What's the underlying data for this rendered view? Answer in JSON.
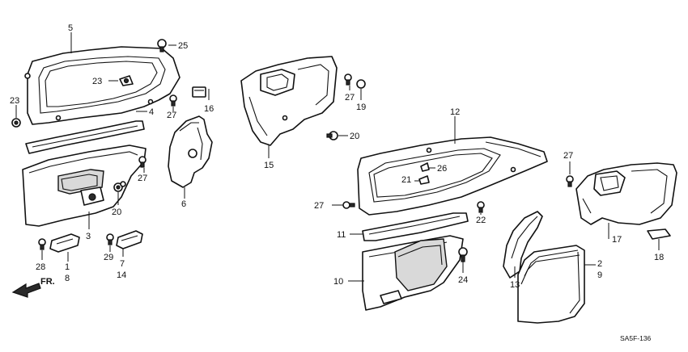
{
  "diagram_code": "SA5F-136",
  "direction_label": "FR.",
  "callouts": [
    "5",
    "25",
    "23",
    "23",
    "4",
    "16",
    "27",
    "27",
    "19",
    "15",
    "20",
    "6",
    "27",
    "20",
    "3",
    "28",
    "1",
    "8",
    "29",
    "7",
    "14",
    "12",
    "26",
    "21",
    "27",
    "27",
    "22",
    "11",
    "10",
    "24",
    "17",
    "18",
    "13",
    "2",
    "9"
  ]
}
